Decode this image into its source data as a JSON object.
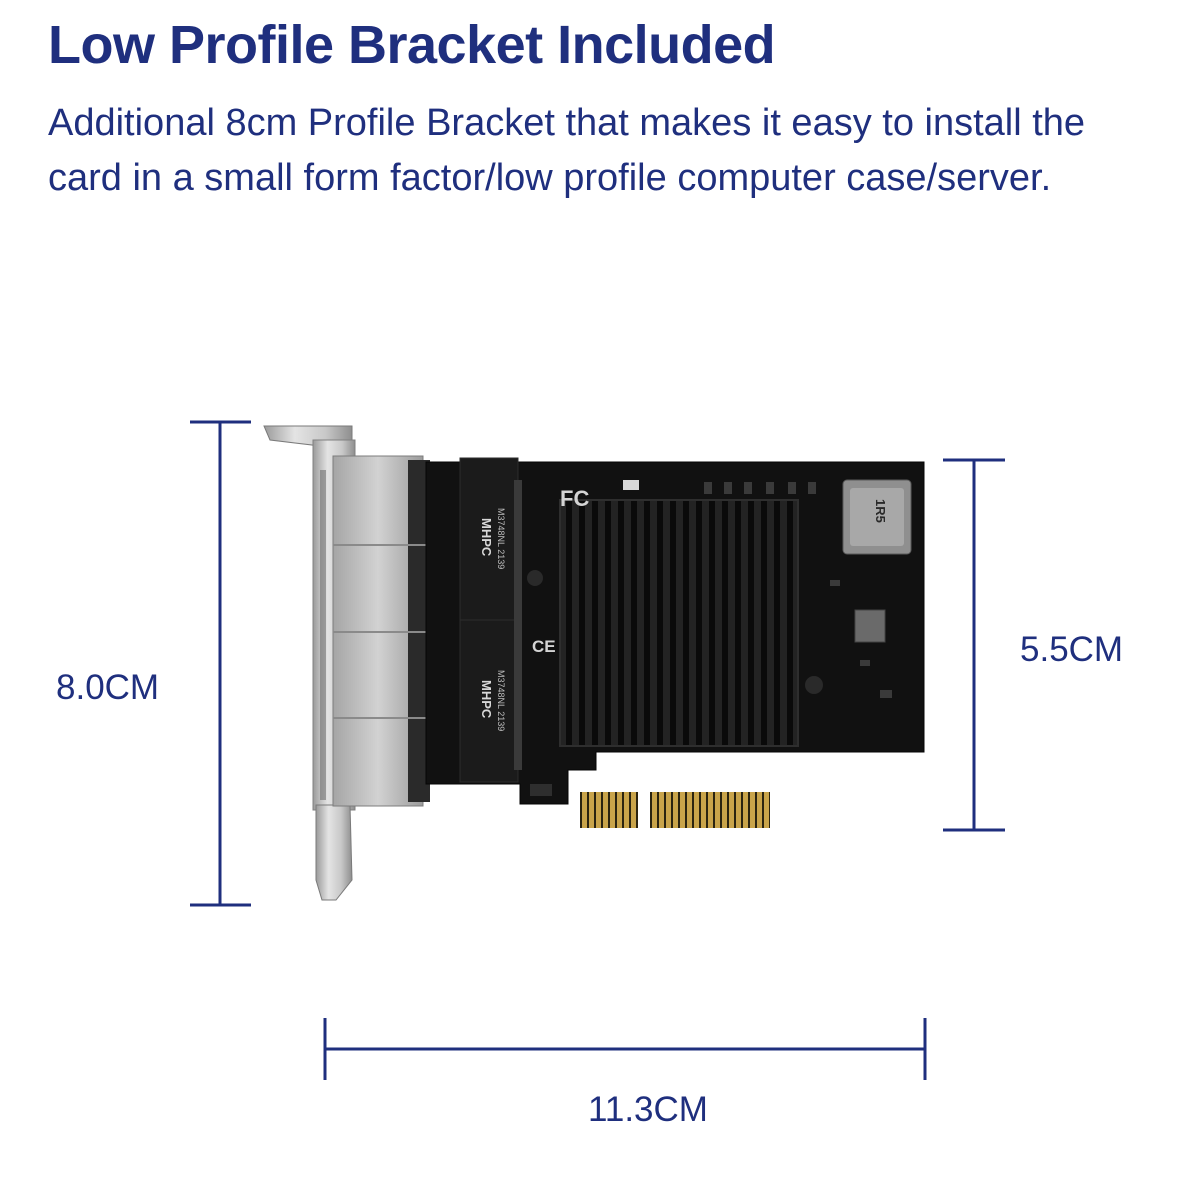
{
  "heading": {
    "title": "Low Profile Bracket Included",
    "description": "Additional 8cm Profile Bracket that makes it easy to install the card in a small form factor/low profile computer case/server."
  },
  "dimensions": {
    "bracket_height": "8.0CM",
    "card_height": "5.5CM",
    "card_length": "11.3CM"
  },
  "colors": {
    "text": "#1f2f7e",
    "background": "#ffffff",
    "pcb": "#111111",
    "gold_contacts": "#c9a44a"
  },
  "board_markings": {
    "fcc_mark": "FC",
    "ce_mark": "CE",
    "inductor_label": "1R5",
    "transformer_brand": "MHPC",
    "transformer_part": "M3748NL 2139"
  }
}
